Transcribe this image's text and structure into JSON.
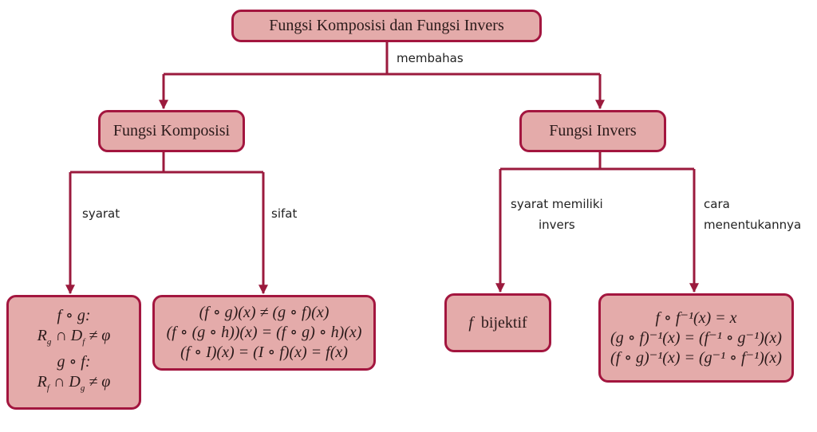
{
  "root": {
    "title": "Fungsi Komposisi dan Fungsi Invers",
    "edge_label": "membahas"
  },
  "komposisi": {
    "title": "Fungsi Komposisi",
    "syarat_label": "syarat",
    "sifat_label": "sifat",
    "syarat": {
      "l1": "f ∘ g:",
      "l2": {
        "a": "R",
        "a_sub": "g",
        "b": " ∩ D",
        "b_sub": "f",
        "c": " ≠ φ"
      },
      "l3": "g ∘ f:",
      "l4": {
        "a": "R",
        "a_sub": "f",
        "b": " ∩ D",
        "b_sub": "g",
        "c": " ≠ φ"
      }
    },
    "sifat": [
      "(f ∘ g)(x) ≠ (g ∘ f)(x)",
      "(f ∘ (g ∘ h))(x) = (f ∘ g) ∘ h)(x)",
      "(f ∘ I)(x) = (I ∘ f)(x) = f(x)"
    ]
  },
  "invers": {
    "title": "Fungsi Invers",
    "syarat_label_1": "syarat memiliki",
    "syarat_label_2": "invers",
    "cara_label_1": "cara",
    "cara_label_2": "menentukannya",
    "syarat": {
      "f": "f",
      "text": "bijektif"
    },
    "cara": [
      "f ∘ f⁻¹(x) = x",
      "(g ∘ f)⁻¹(x) = (f⁻¹ ∘ g⁻¹)(x)",
      "(f ∘ g)⁻¹(x) = (g⁻¹ ∘ f⁻¹)(x)"
    ]
  },
  "colors": {
    "line": "#9b1a3d",
    "fill": "#e4abaa",
    "border": "#a3163f"
  }
}
